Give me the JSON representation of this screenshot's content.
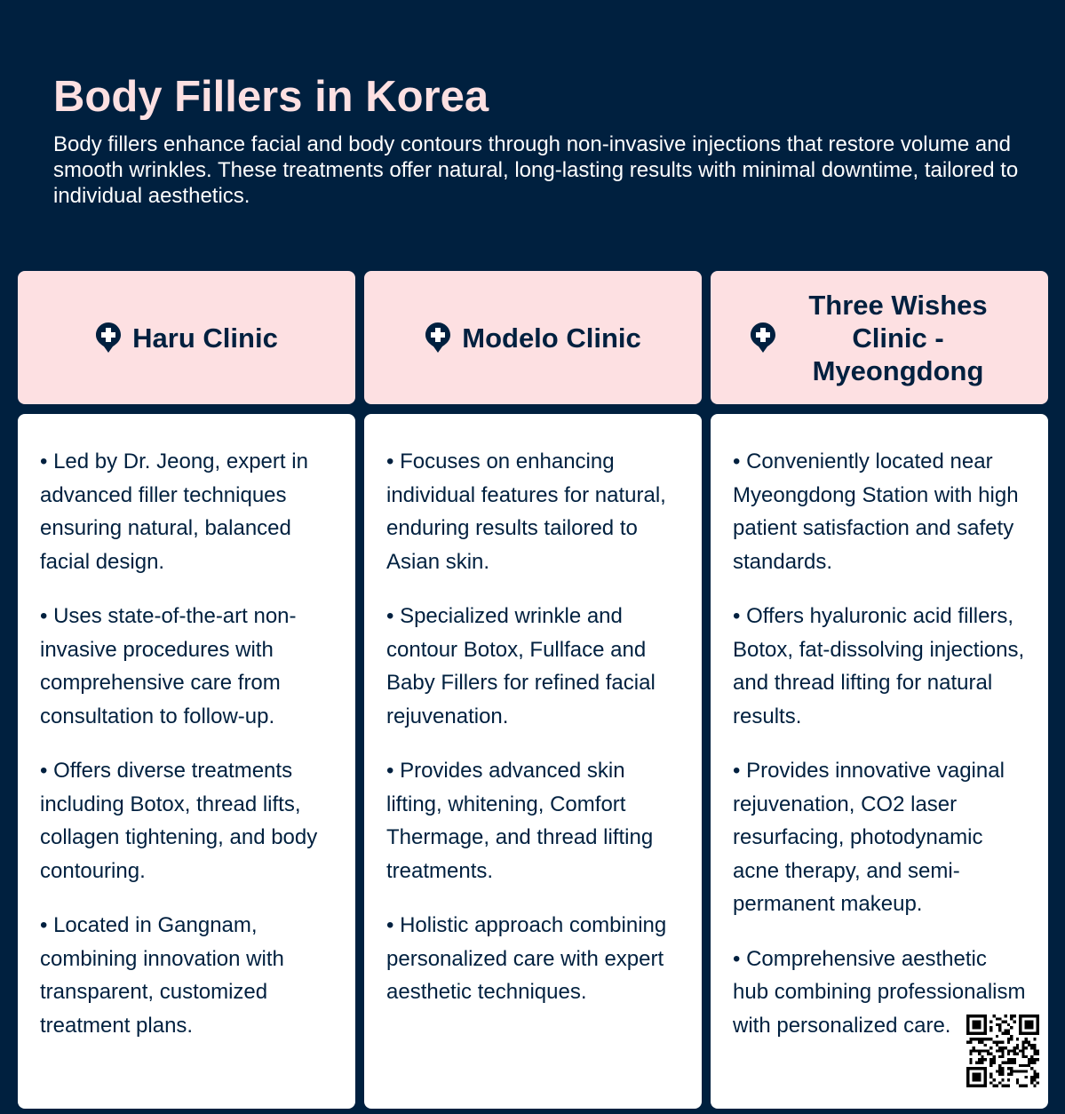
{
  "header": {
    "title": "Body Fillers in Korea",
    "description": "Body fillers enhance facial and body contours through non-invasive injections that restore volume and smooth wrinkles. These treatments offer natural, long-lasting results with minimal downtime, tailored to individual aesthetics."
  },
  "colors": {
    "background": "#00203f",
    "card_header": "#fde0e2",
    "card_body": "#ffffff",
    "text": "#00203f"
  },
  "clinics": [
    {
      "name": "Haru Clinic",
      "icon": "medical-location-pin-icon",
      "points": [
        "• Led by Dr. Jeong, expert in advanced filler techniques ensuring natural, balanced facial design.",
        "• Uses state-of-the-art non-invasive procedures with comprehensive care from consultation to follow-up.",
        "• Offers diverse treatments including Botox, thread lifts, collagen tightening, and body contouring.",
        "• Located in Gangnam, combining innovation with transparent, customized treatment plans."
      ]
    },
    {
      "name": "Modelo Clinic",
      "icon": "medical-location-pin-icon",
      "points": [
        "• Focuses on enhancing individual features for natural, enduring results tailored to Asian skin.",
        "• Specialized wrinkle and contour Botox, Fullface and Baby Fillers for refined facial rejuvenation.",
        "• Provides advanced skin lifting, whitening, Comfort Thermage, and thread lifting treatments.",
        "• Holistic approach combining personalized care with expert aesthetic techniques."
      ]
    },
    {
      "name": "Three Wishes Clinic - Myeongdong",
      "icon": "medical-location-pin-icon",
      "points": [
        "• Conveniently located near Myeongdong Station with high patient satisfaction and safety standards.",
        "• Offers hyaluronic acid fillers, Botox, fat-dissolving injections, and thread lifting for natural results.",
        "• Provides innovative vaginal rejuvenation, CO2 laser resurfacing, photodynamic acne therapy, and semi-permanent makeup.",
        "• Comprehensive aesthetic hub combining professionalism with personalized care."
      ]
    }
  ]
}
